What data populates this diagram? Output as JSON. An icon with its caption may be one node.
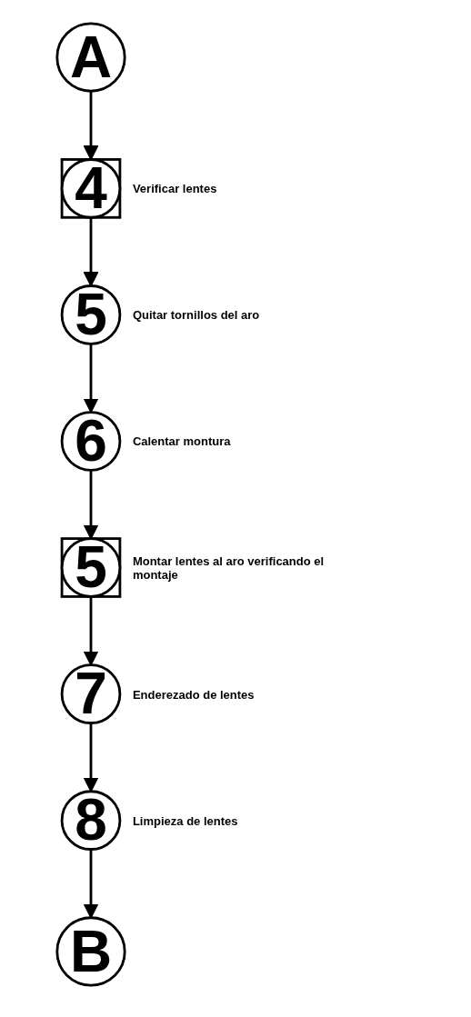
{
  "diagram": {
    "nodes": [
      {
        "text": [
          "A"
        ]
      },
      {
        "text": [
          "4"
        ],
        "beside": [
          "Verificar lentes"
        ]
      },
      {
        "text": [
          "5"
        ],
        "beside": [
          "Quitar tornillos del aro"
        ]
      },
      {
        "text": [
          "6"
        ],
        "beside": [
          "Calentar montura"
        ]
      },
      {
        "text": [
          "5"
        ],
        "beside": [
          "Montar lentes al aro verificando el montaje"
        ]
      },
      {
        "text": [
          "7"
        ],
        "beside": [
          "Enderezado de lentes"
        ]
      },
      {
        "text": [
          "8"
        ],
        "beside": [
          "Limpieza de lentes"
        ]
      },
      {
        "text": [
          "B"
        ]
      }
    ],
    "edges": [
      {
        "from": 0,
        "to": 1,
        "arrow": "to"
      },
      {
        "from": 1,
        "to": 2,
        "arrow": "to"
      },
      {
        "from": 2,
        "to": 3,
        "arrow": "to"
      },
      {
        "from": 3,
        "to": 4,
        "arrow": "to"
      },
      {
        "from": 4,
        "to": 5,
        "arrow": "to"
      },
      {
        "from": 5,
        "to": 6,
        "arrow": "to"
      },
      {
        "from": 6,
        "to": 7,
        "arrow": "to"
      }
    ]
  }
}
